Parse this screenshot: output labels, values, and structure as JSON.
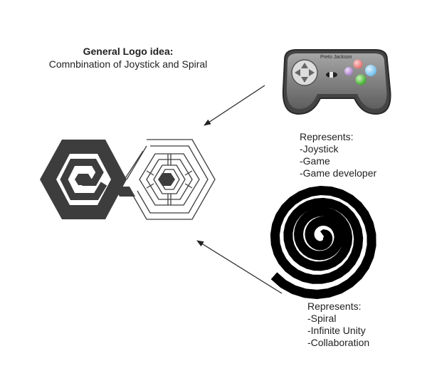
{
  "title": {
    "heading": "General Logo idea:",
    "subheading": "Comnbination of Joystick and Spiral"
  },
  "gamepad": {
    "label": "Preto Jackson",
    "icon": "gamepad-icon"
  },
  "spiral": {
    "icon": "spiral-icon"
  },
  "logo": {
    "icon": "hexagon-logo-icon"
  },
  "joystick_notes": {
    "heading": "Represents:",
    "items": [
      "-Joystick",
      "-Game",
      "-Game developer"
    ]
  },
  "spiral_notes": {
    "heading": "Represents:",
    "items": [
      "-Spiral",
      "-Infinite Unity",
      "-Collaboration"
    ]
  },
  "colors": {
    "logo_dark": "#3d3d3d",
    "gamepad_body": "#767676",
    "spiral": "#000000"
  }
}
